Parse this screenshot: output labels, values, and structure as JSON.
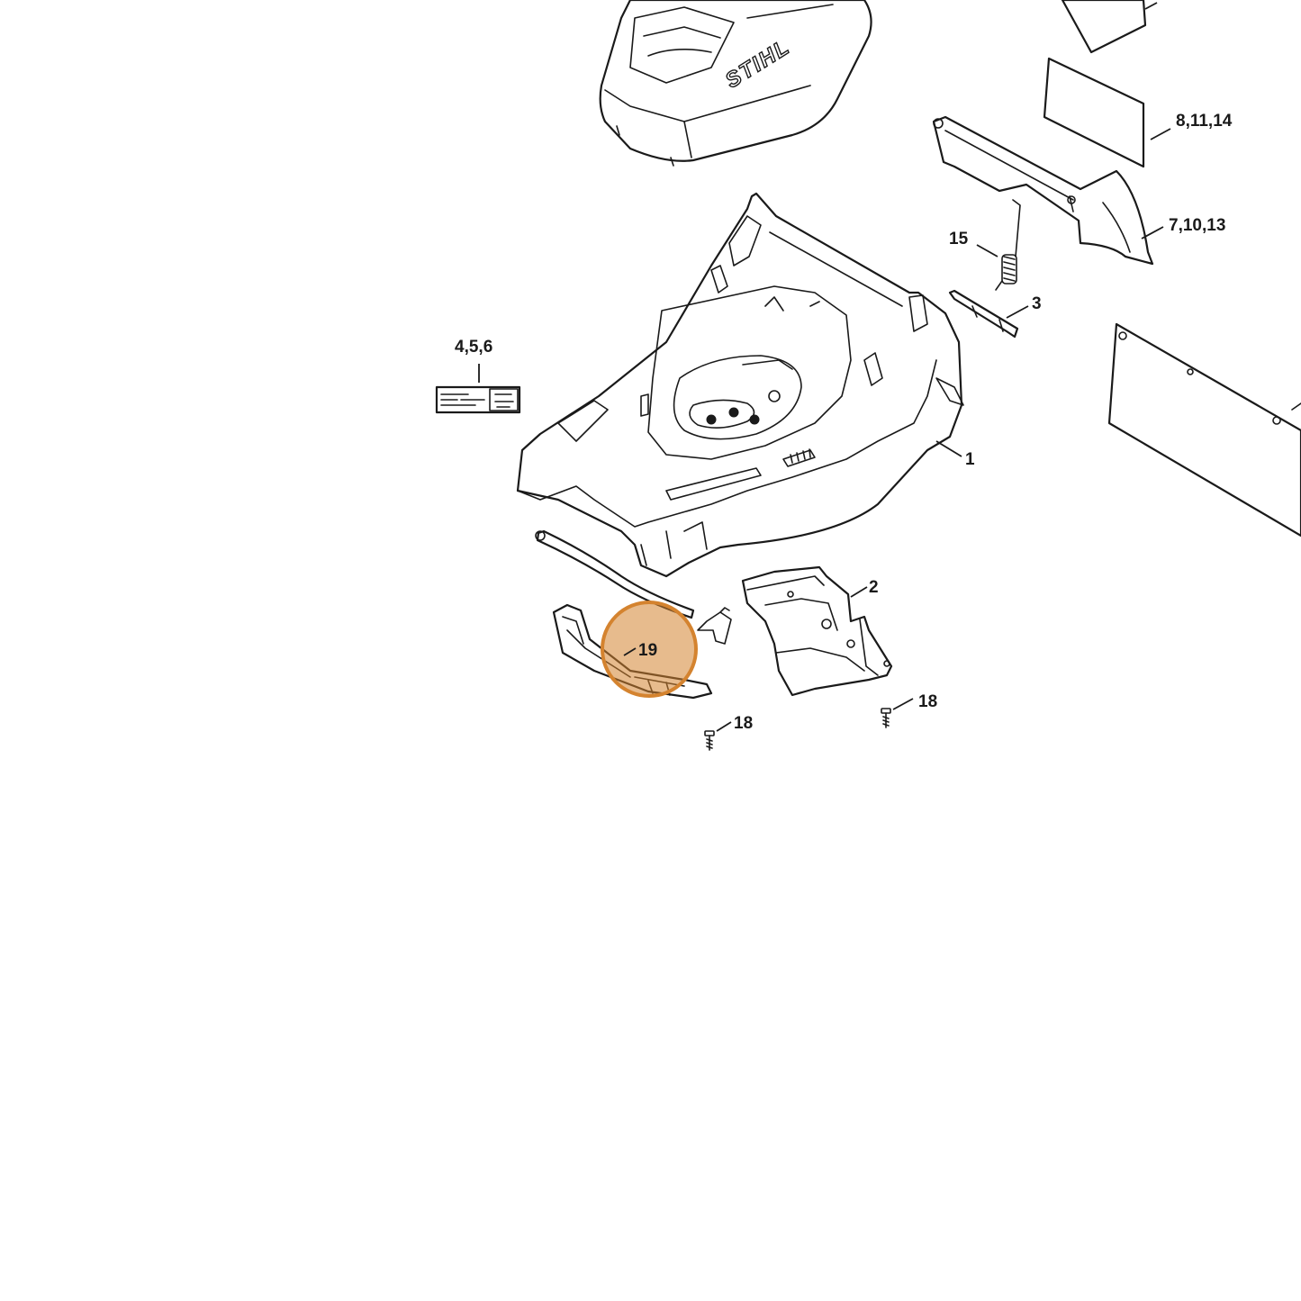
{
  "diagram": {
    "brand_logo_text": "STIHL",
    "callouts": {
      "c_8_11_14": "8,11,14",
      "c_7_10_13": "7,10,13",
      "c_15": "15",
      "c_3": "3",
      "c_4_5_6": "4,5,6",
      "c_1": "1",
      "c_2": "2",
      "c_19": "19",
      "c_18_left": "18",
      "c_18_right": "18"
    },
    "highlight": {
      "part": "19",
      "color": "#d4832f"
    }
  }
}
